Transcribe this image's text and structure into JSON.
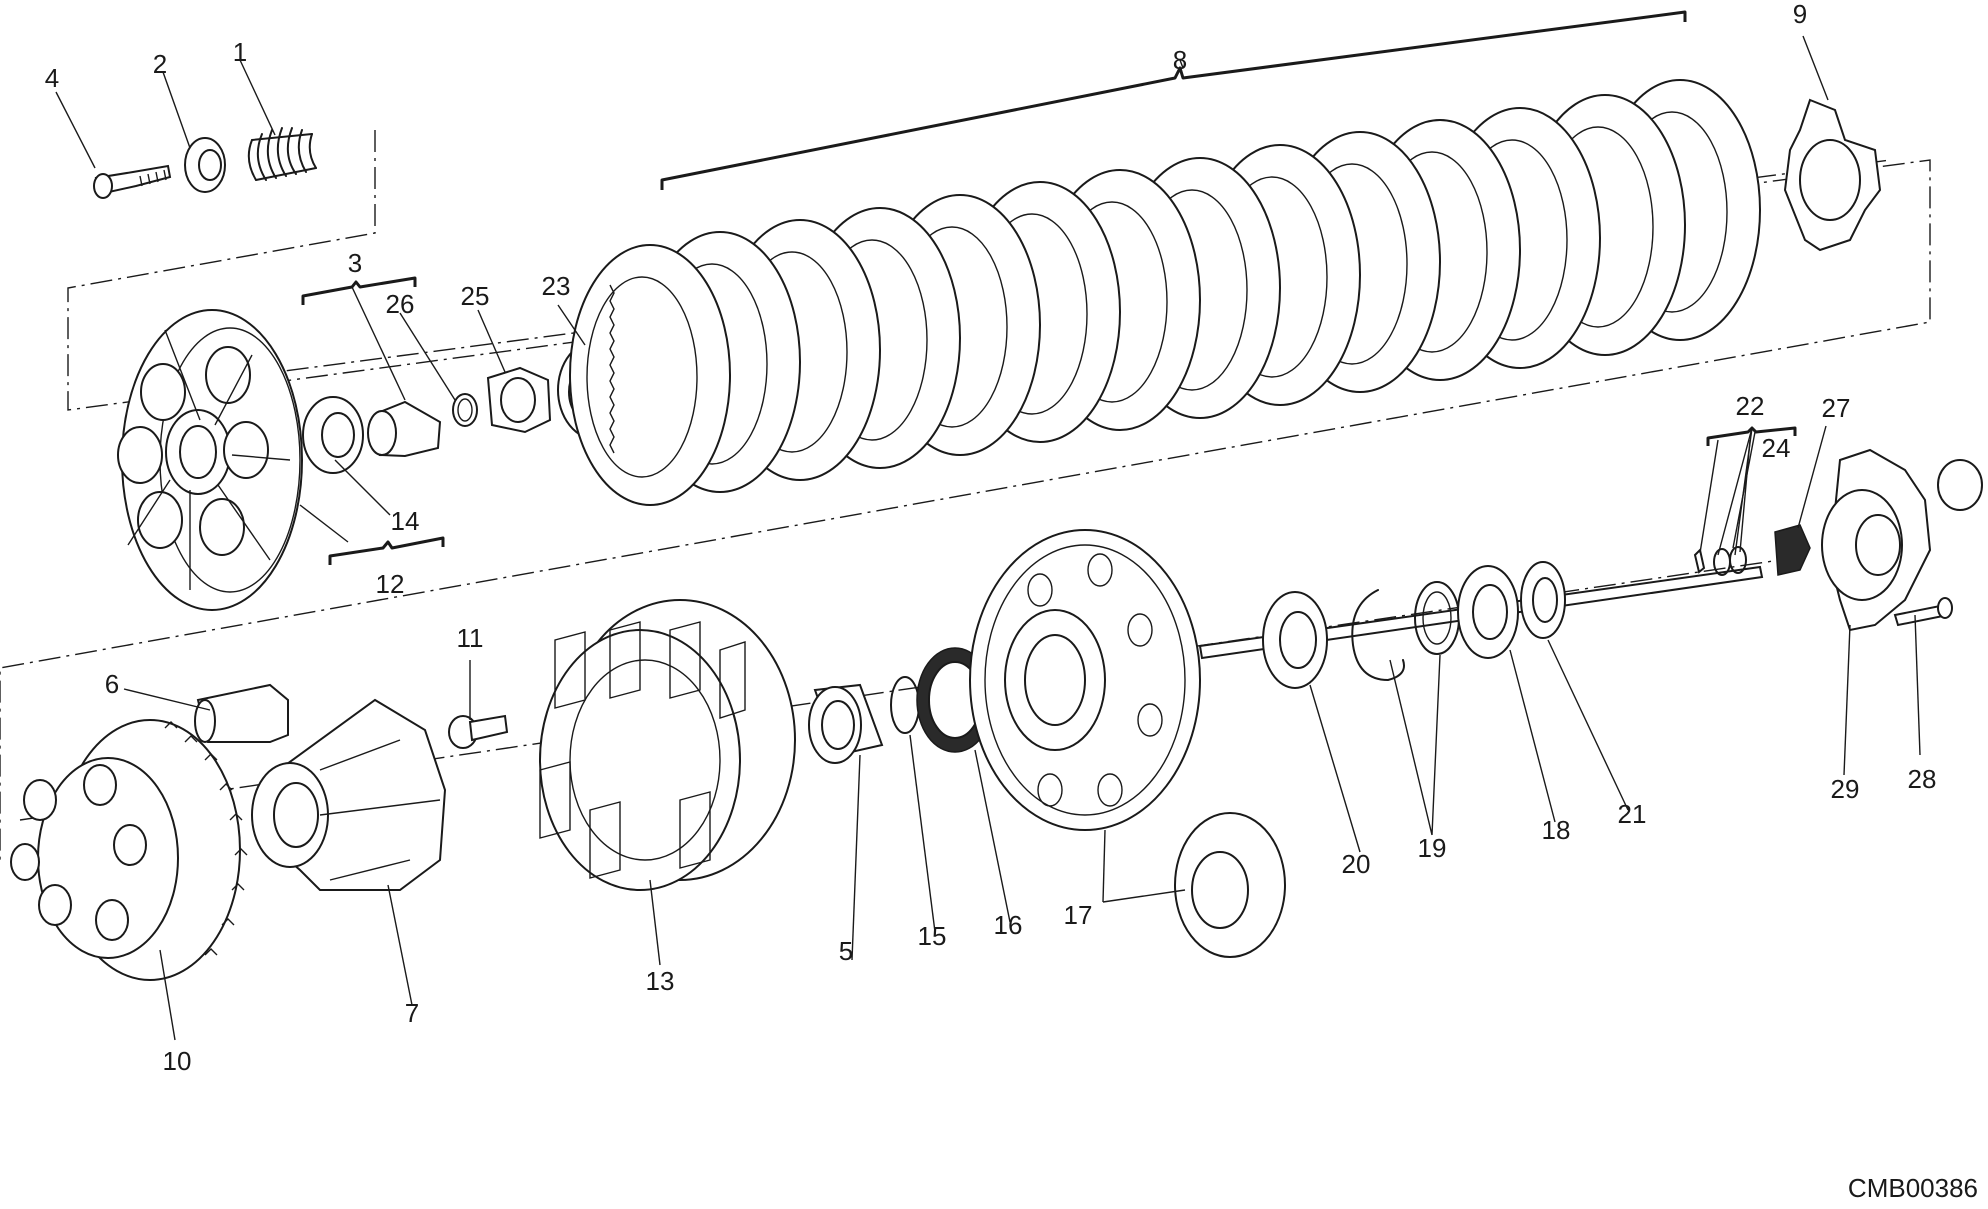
{
  "figure_code": "CMB00386",
  "callouts": [
    "1",
    "2",
    "3",
    "4",
    "5",
    "6",
    "7",
    "8",
    "9",
    "10",
    "11",
    "12",
    "13",
    "14",
    "15",
    "16",
    "17",
    "18",
    "19",
    "20",
    "21",
    "22",
    "23",
    "24",
    "25",
    "26",
    "27",
    "28",
    "29"
  ],
  "colors": {
    "ink": "#1a1a1a",
    "paper": "#ffffff"
  }
}
